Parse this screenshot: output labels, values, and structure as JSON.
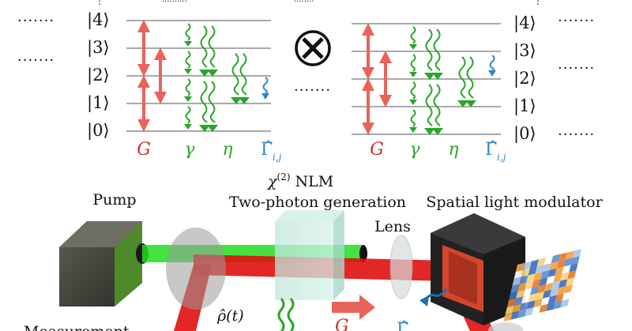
{
  "levels": {
    "left": [
      "|4⟩",
      "|3⟩",
      "|2⟩",
      "|1⟩",
      "|0⟩"
    ],
    "right": [
      "|4⟩",
      "|3⟩",
      "|2⟩",
      "|1⟩",
      "|0⟩"
    ]
  },
  "ellipsis": "·······",
  "operator_symbol": "⊗",
  "process_labels": {
    "G": "G",
    "gamma": "γ",
    "eta": "η",
    "gamma_hat": "Γ̂",
    "gamma_hat_sub": "i,j"
  },
  "setup": {
    "pump": "Pump",
    "nlm_line1": "χ(2) NLM",
    "nlm_line2": "Two-photon generation",
    "slm": "Spatial light modulator",
    "lens": "Lens",
    "rho": "ρ̂(t)",
    "measurement": "Measurement",
    "g_label": "G"
  },
  "colors": {
    "G": "#e8645a",
    "gamma": "#2aa52a",
    "eta": "#2aa52a",
    "gamma_hat": "#2f86c9",
    "beam_red": "#e01010",
    "beam_green": "#22dd22"
  }
}
